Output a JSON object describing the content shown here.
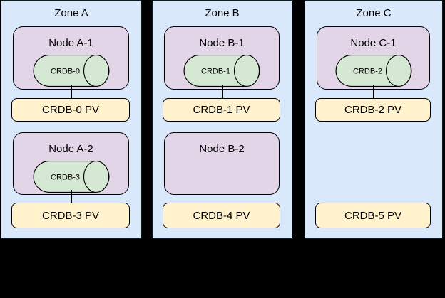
{
  "colors": {
    "background": "#000000",
    "zone_fill": "#dae8fc",
    "node_fill": "#e1d5e7",
    "cylinder_fill": "#d5e8d4",
    "pv_fill": "#fff2cc",
    "border": "#000000"
  },
  "zones": [
    {
      "title": "Zone A",
      "nodes": [
        {
          "title": "Node A-1",
          "cylinder": "CRDB-0",
          "pv": "CRDB-0 PV",
          "connected": true
        },
        {
          "title": "Node A-2",
          "cylinder": "CRDB-3",
          "pv": "CRDB-3 PV",
          "connected": true
        }
      ]
    },
    {
      "title": "Zone B",
      "nodes": [
        {
          "title": "Node B-1",
          "cylinder": "CRDB-1",
          "pv": "CRDB-1 PV",
          "connected": true
        },
        {
          "title": "Node B-2",
          "cylinder": null,
          "pv": "CRDB-4 PV",
          "connected": false
        }
      ]
    },
    {
      "title": "Zone C",
      "nodes": [
        {
          "title": "Node C-1",
          "cylinder": "CRDB-2",
          "pv": "CRDB-2 PV",
          "connected": true
        },
        {
          "title": null,
          "cylinder": null,
          "pv": "CRDB-5 PV",
          "connected": false
        }
      ]
    }
  ]
}
